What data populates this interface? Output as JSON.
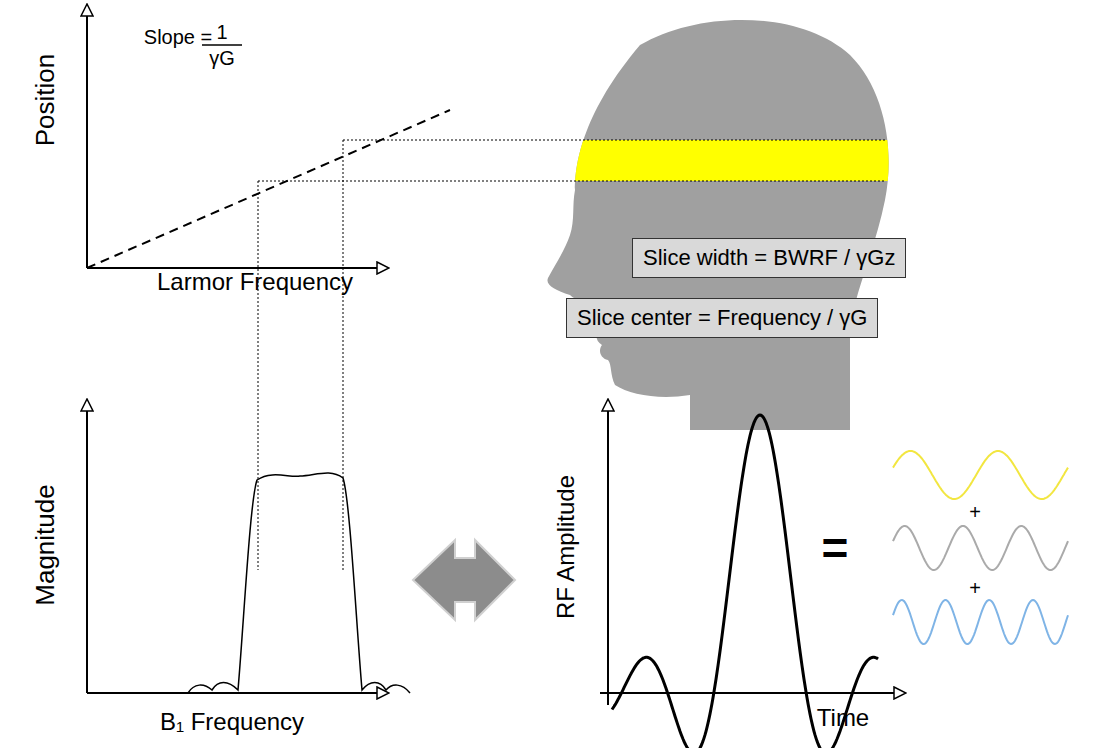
{
  "diagram": {
    "nodes": [
      {
        "text": [
          "Slice width = BWRF /  γGz"
        ]
      },
      {
        "text": [
          "Slice center = Frequency /  γG"
        ]
      }
    ],
    "labels": [
      "Position",
      "Larmor Frequency",
      "Slope =",
      "1",
      "γG",
      "Magnitude",
      "B₁ Frequency",
      "RF Amplitude",
      "Time",
      "=",
      "+",
      "+"
    ]
  }
}
